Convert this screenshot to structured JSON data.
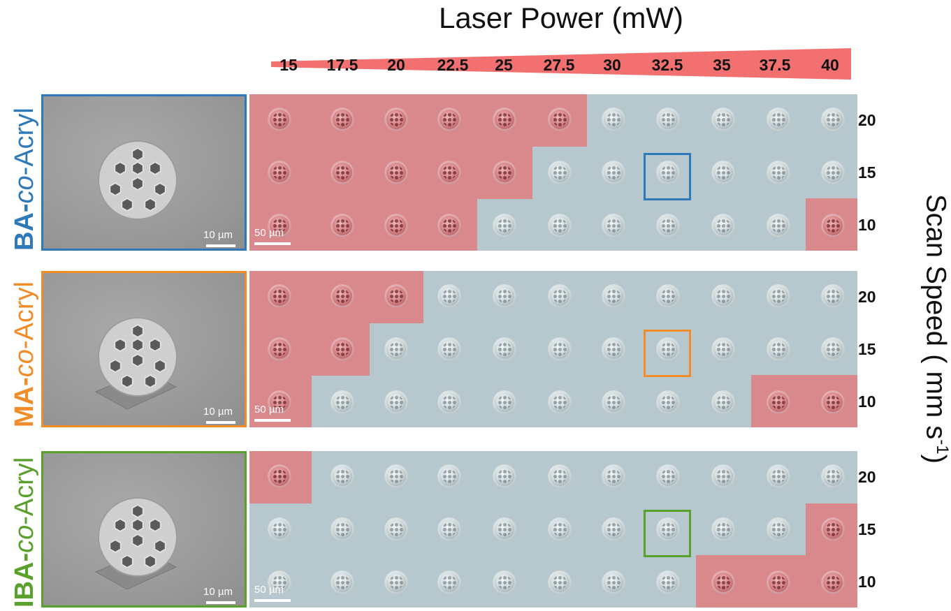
{
  "title": "Laser Power (mW)",
  "y_axis_label": "Scan Speed ( mm s",
  "y_axis_sup": "-1",
  "y_axis_close": ")",
  "laser_powers": [
    "15",
    "17.5",
    "20",
    "22.5",
    "25",
    "27.5",
    "30",
    "32.5",
    "35",
    "37.5",
    "40"
  ],
  "scan_speeds": [
    "20",
    "15",
    "10"
  ],
  "colors": {
    "success": "#b6c8ce",
    "fail": "#d9888c",
    "wedge": "#f2706f"
  },
  "panels": [
    {
      "prefix": "BA-",
      "co": "co",
      "suffix": "-Acryl",
      "color": "#2e7ab8",
      "sem_scale": "10 µm",
      "grid_scale": "50 µm",
      "fail_cells": [
        [
          1,
          1,
          1,
          1,
          1,
          1,
          0,
          0,
          0,
          0,
          0
        ],
        [
          1,
          1,
          1,
          1,
          1,
          0,
          0,
          0,
          0,
          0,
          0
        ],
        [
          1,
          1,
          1,
          1,
          0,
          0,
          0,
          0,
          0,
          0,
          1
        ]
      ],
      "highlight": {
        "row": 1,
        "col": 7
      }
    },
    {
      "prefix": "MA-",
      "co": "co",
      "suffix": "-Acryl",
      "color": "#f28c28",
      "sem_scale": "10 µm",
      "grid_scale": "50 µm",
      "fail_cells": [
        [
          1,
          1,
          1,
          0,
          0,
          0,
          0,
          0,
          0,
          0,
          0
        ],
        [
          1,
          1,
          0,
          0,
          0,
          0,
          0,
          0,
          0,
          0,
          0
        ],
        [
          1,
          0,
          0,
          0,
          0,
          0,
          0,
          0,
          0,
          1,
          1
        ]
      ],
      "highlight": {
        "row": 1,
        "col": 7
      }
    },
    {
      "prefix": "IBA-",
      "co": "co",
      "suffix": "-Acryl",
      "color": "#5aa02c",
      "sem_scale": "10 µm",
      "grid_scale": "50 µm",
      "fail_cells": [
        [
          1,
          0,
          0,
          0,
          0,
          0,
          0,
          0,
          0,
          0,
          0
        ],
        [
          0,
          0,
          0,
          0,
          0,
          0,
          0,
          0,
          0,
          0,
          1
        ],
        [
          0,
          0,
          0,
          0,
          0,
          0,
          0,
          0,
          1,
          1,
          1
        ]
      ],
      "highlight": {
        "row": 1,
        "col": 7
      }
    }
  ]
}
